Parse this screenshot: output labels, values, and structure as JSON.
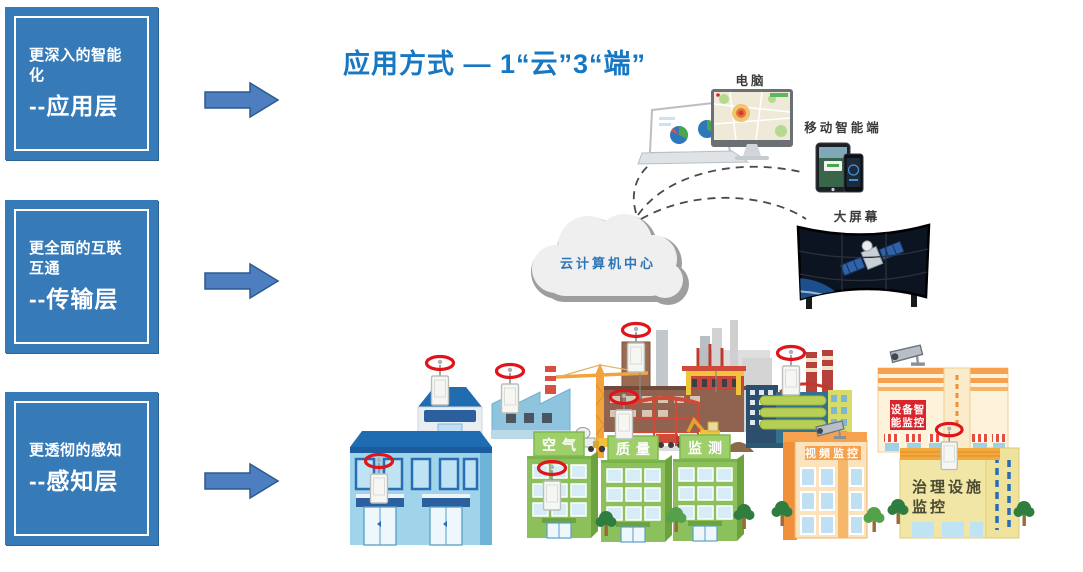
{
  "header": {
    "title": "应用方式 — 1“云”3“端”"
  },
  "sidebar": {
    "layers": [
      {
        "desc": "更深入的智能化",
        "name": "--应用层"
      },
      {
        "desc": "更全面的互联互通",
        "name": "--传输层"
      },
      {
        "desc": "更透彻的感知",
        "name": "--感知层"
      }
    ]
  },
  "scene": {
    "cloud_label": "云计算机中心",
    "devices": {
      "computer": "电脑",
      "mobile": "移动智能端",
      "big_screen": "大屏幕"
    },
    "buildings": {
      "air": "空气",
      "quality": "质量",
      "monitoring": "监测",
      "video_surveillance": "视频监控",
      "equipment_line1": "设备智",
      "equipment_line2": "能监控",
      "governance_line1": "治理设施",
      "governance_line2": "监控"
    }
  },
  "colors": {
    "layer_box_blue": "#377ab8",
    "title_blue": "#1677c2",
    "arrow_blue": "#4d7ebf",
    "cloud_text_blue": "#2e75b6",
    "highlight_red": "#e0151b",
    "green_building": "#8cc05c",
    "orange_building": "#f5a14e"
  }
}
